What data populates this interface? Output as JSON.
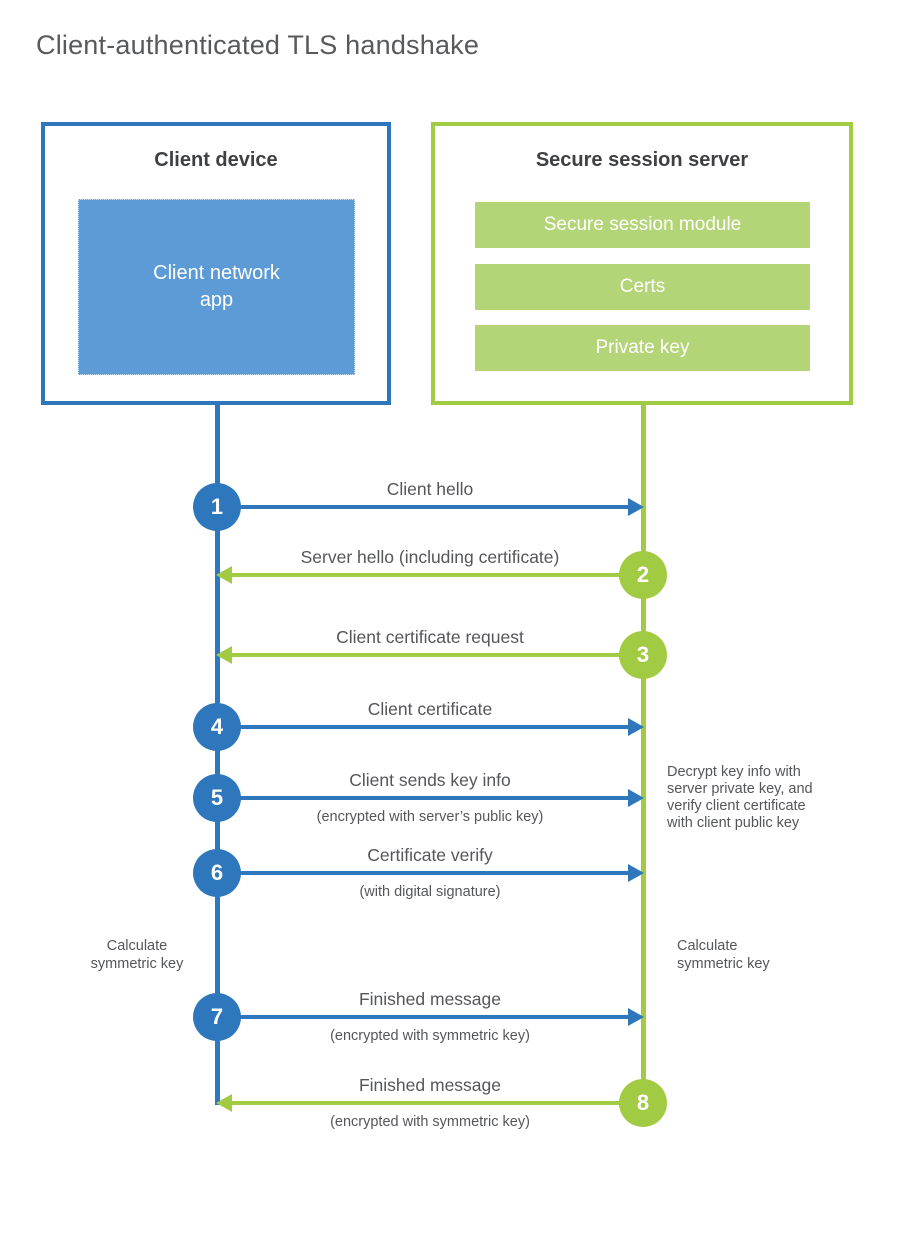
{
  "title": "Client-authenticated TLS handshake",
  "colors": {
    "blue": "#2e77bd",
    "blue-fill": "#5c9bd5",
    "green": "#a2cb44",
    "green-fill": "#b4d577"
  },
  "client": {
    "heading": "Client device",
    "app_label": "Client network\napp"
  },
  "server": {
    "heading": "Secure session server",
    "modules": [
      "Secure session module",
      "Certs",
      "Private key"
    ]
  },
  "steps": [
    {
      "num": "1",
      "from": "client",
      "label": "Client hello",
      "sublabel": ""
    },
    {
      "num": "2",
      "from": "server",
      "label": "Server hello (including certificate)",
      "sublabel": ""
    },
    {
      "num": "3",
      "from": "server",
      "label": "Client certificate request",
      "sublabel": ""
    },
    {
      "num": "4",
      "from": "client",
      "label": "Client certificate",
      "sublabel": ""
    },
    {
      "num": "5",
      "from": "client",
      "label": "Client sends key info",
      "sublabel": "(encrypted with server’s public key)"
    },
    {
      "num": "6",
      "from": "client",
      "label": "Certificate verify",
      "sublabel": "(with digital signature)"
    },
    {
      "num": "7",
      "from": "client",
      "label": "Finished message",
      "sublabel": "(encrypted with symmetric key)"
    },
    {
      "num": "8",
      "from": "server",
      "label": "Finished message",
      "sublabel": "(encrypted with symmetric key)"
    }
  ],
  "notes": {
    "decrypt": "Decrypt key info with\nserver private key, and\nverify client certificate\nwith client public key",
    "calc_left": "Calculate\nsymmetric key",
    "calc_right": "Calculate\nsymmetric key"
  }
}
